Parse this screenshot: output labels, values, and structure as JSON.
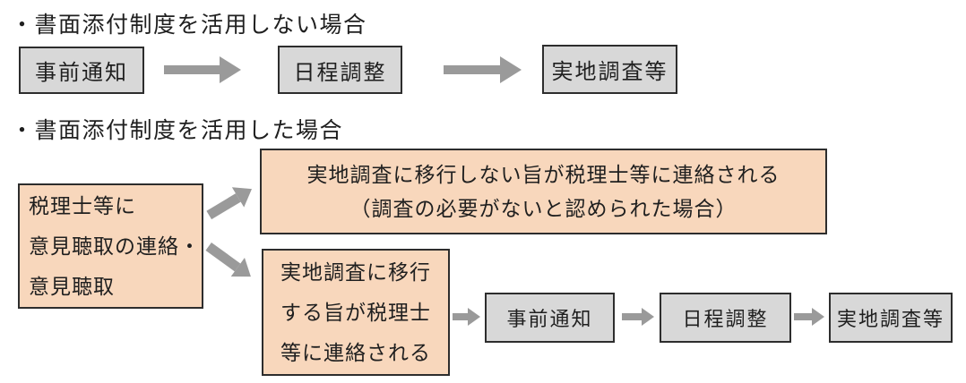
{
  "colors": {
    "background": "#ffffff",
    "gray_box_fill": "#d8d8d8",
    "pink_box_fill": "#f8d7bc",
    "box_border": "#2d2d2d",
    "arrow": "#9a9a9a",
    "text": "#1f1f1f"
  },
  "icons": {
    "arrow-right-icon": "css-shaft-with-triangle-head",
    "arrow-up-right-icon": "css-shaft-with-triangle-head rotated -31deg",
    "arrow-down-right-icon": "css-shaft-with-triangle-head rotated 36deg"
  },
  "section_without": {
    "heading": "・書面添付制度を活用しない場合",
    "flow": [
      "事前通知",
      "日程調整",
      "実地調査等"
    ]
  },
  "section_with": {
    "heading": "・書面添付制度を活用した場合",
    "start_box": {
      "lines": [
        "税理士等に",
        "意見聴取の連絡・",
        "意見聴取"
      ]
    },
    "no_audit_box": {
      "lines": [
        "実地調査に移行しない旨が税理士等に連絡される",
        "（調査の必要がないと認められた場合）"
      ]
    },
    "audit_box": {
      "lines": [
        "実地調査に移行",
        "する旨が税理士",
        "等に連絡される"
      ]
    },
    "flow": [
      "事前通知",
      "日程調整",
      "実地調査等"
    ]
  }
}
